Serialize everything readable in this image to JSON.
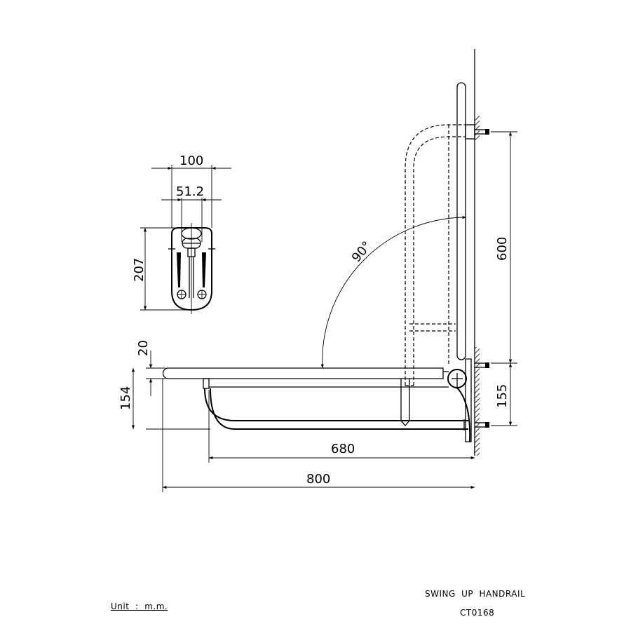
{
  "title": "SWING UP HANDRAIL",
  "model": "CT0168",
  "unit_label": "Unit  :  m.m.",
  "dimensions": {
    "side_width": "100",
    "hole_spacing": "51.2",
    "side_height": "207",
    "bar_thickness": "20",
    "total_height": "154",
    "lower_length": "680",
    "total_length": "800",
    "upright_height": "600",
    "fixing_spacing": "155",
    "swing_angle": "90°"
  }
}
